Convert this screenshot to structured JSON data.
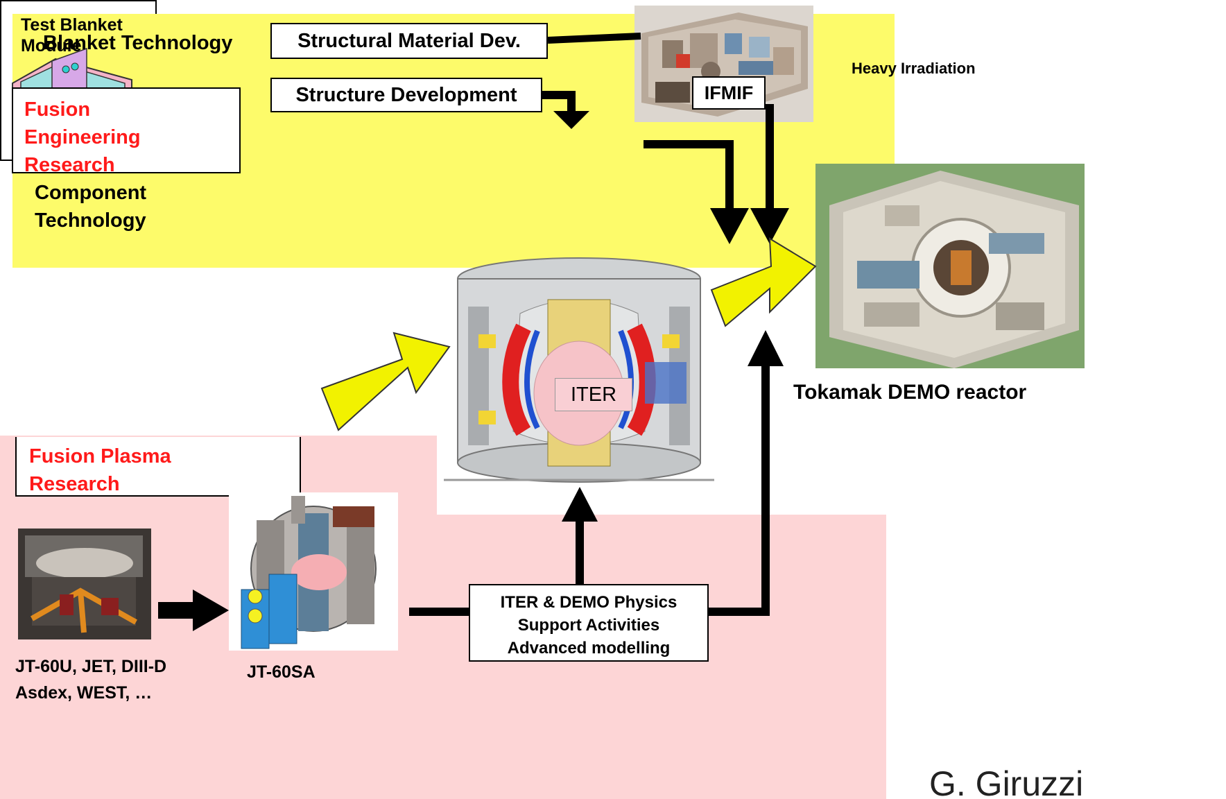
{
  "engineering": {
    "heading_lines": [
      "Fusion",
      "Engineering",
      "Research"
    ],
    "blanket_label": "Blanket Technology",
    "component_label_lines": [
      "Component",
      "Technology"
    ],
    "structural_material_box": "Structural Material Dev.",
    "structure_dev_box": "Structure Development",
    "ifmif_label": "IFMIF",
    "heavy_irradiation_label": "Heavy Irradiation",
    "test_blanket_lines": [
      "Test Blanket",
      "Module"
    ]
  },
  "plasma": {
    "heading_lines": [
      "Fusion Plasma",
      "Research"
    ],
    "existing_devices_lines": [
      "JT-60U, JET, DIII-D",
      "Asdex, WEST, …"
    ],
    "jt60sa_label": "JT-60SA",
    "physics_box_lines": [
      "ITER & DEMO Physics",
      "Support Activities",
      "Advanced modelling"
    ]
  },
  "iter_label": "ITER",
  "demo_label": "Tokamak DEMO reactor",
  "credit_fragment": "G. Giruzzi",
  "colors": {
    "engineering_band": "#fdfb6a",
    "plasma_band": "#fdd5d6",
    "heading_red": "#ff1a1a",
    "progress_arrow": "#f2f200"
  }
}
